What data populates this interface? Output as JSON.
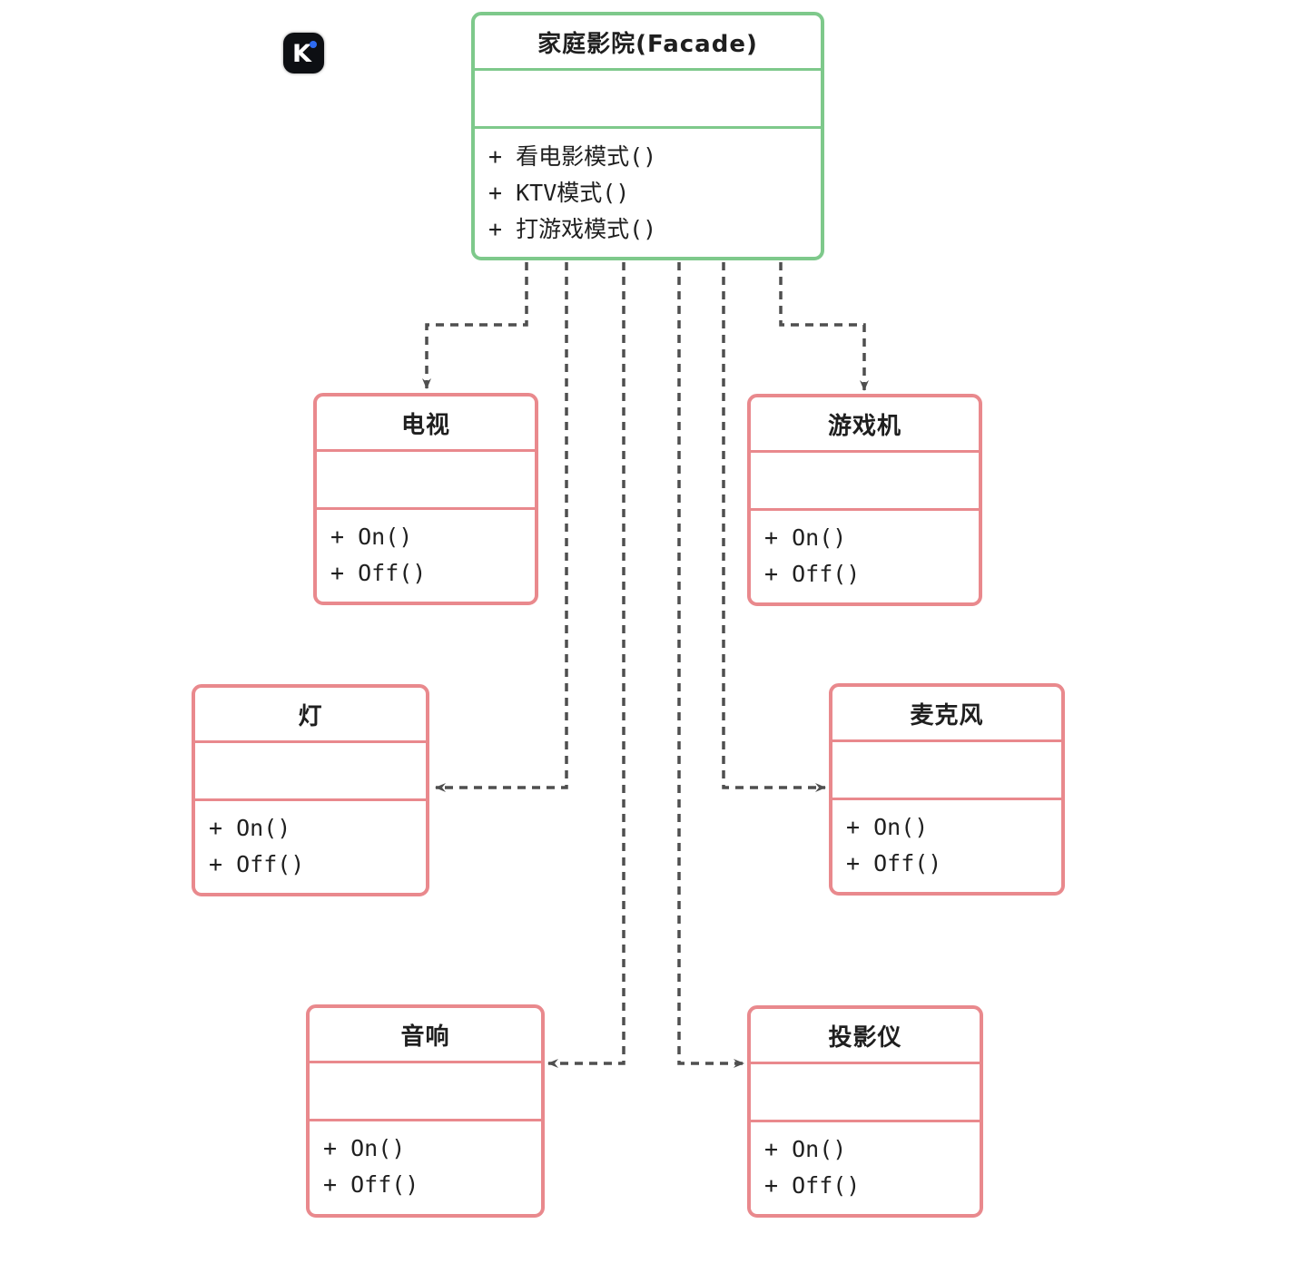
{
  "colors": {
    "facade_border": "#7ec98b",
    "subsystem_border": "#e9898d",
    "connector": "#4f4f4f",
    "text": "#1f1f1f",
    "logo_bg": "#0d0f13",
    "logo_dot": "#2e6bf0"
  },
  "logo": {
    "letter": "K"
  },
  "classes": {
    "facade": {
      "title": "家庭影院(Facade)",
      "attributes": "",
      "methods": [
        "+ 看电影模式()",
        "+ KTV模式()",
        "+ 打游戏模式()"
      ]
    },
    "tv": {
      "title": "电视",
      "attributes": "",
      "methods": [
        "+ On()",
        "+ Off()"
      ]
    },
    "game_console": {
      "title": "游戏机",
      "attributes": "",
      "methods": [
        "+ On()",
        "+ Off()"
      ]
    },
    "light": {
      "title": "灯",
      "attributes": "",
      "methods": [
        "+ On()",
        "+ Off()"
      ]
    },
    "microphone": {
      "title": "麦克风",
      "attributes": "",
      "methods": [
        "+ On()",
        "+ Off()"
      ]
    },
    "speaker": {
      "title": "音响",
      "attributes": "",
      "methods": [
        "+ On()",
        "+ Off()"
      ]
    },
    "projector": {
      "title": "投影仪",
      "attributes": "",
      "methods": [
        "+ On()",
        "+ Off()"
      ]
    }
  },
  "connections": [
    {
      "from": "家庭影院(Facade)",
      "to": "电视",
      "style": "dashed-arrow"
    },
    {
      "from": "家庭影院(Facade)",
      "to": "游戏机",
      "style": "dashed-arrow"
    },
    {
      "from": "家庭影院(Facade)",
      "to": "灯",
      "style": "dashed-arrow"
    },
    {
      "from": "家庭影院(Facade)",
      "to": "麦克风",
      "style": "dashed-arrow"
    },
    {
      "from": "家庭影院(Facade)",
      "to": "音响",
      "style": "dashed-arrow"
    },
    {
      "from": "家庭影院(Facade)",
      "to": "投影仪",
      "style": "dashed-arrow"
    }
  ]
}
